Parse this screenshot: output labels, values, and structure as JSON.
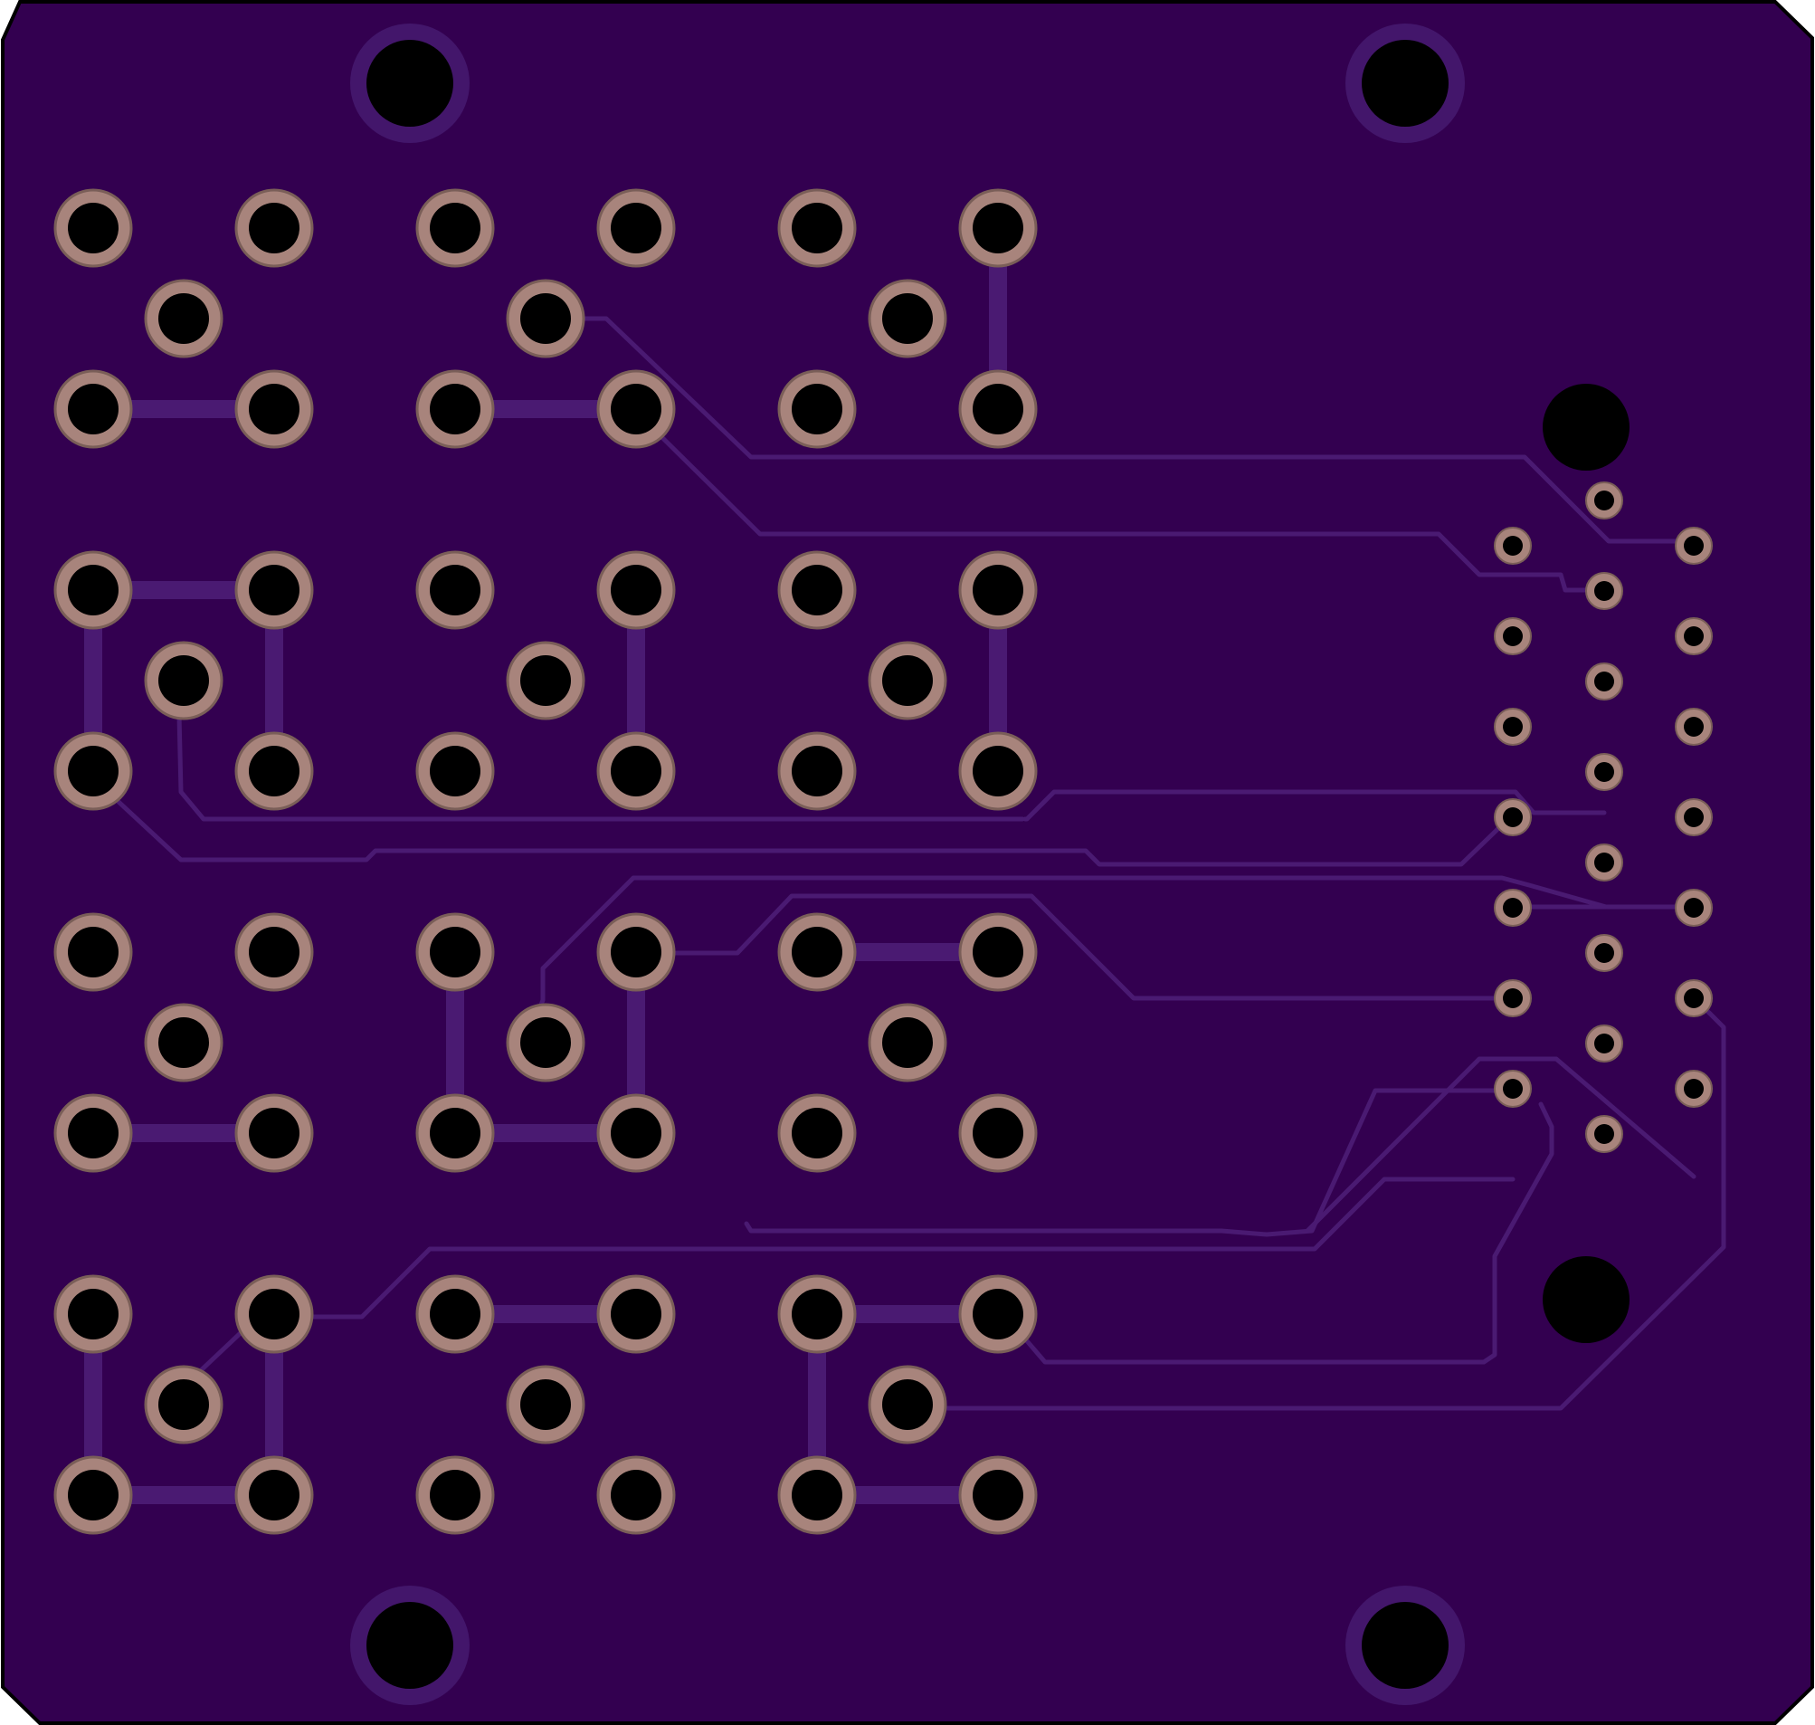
{
  "board": {
    "colors": {
      "substrate": "#330050",
      "outline": "#000000",
      "trace": "#4a1a72",
      "pad_copper": "#a8847c",
      "pad_ring_edge": "#7a5e58",
      "drill": "#000000",
      "mount_ring": "#43166b",
      "background": "#ffffff"
    },
    "switch_grid": {
      "rows": 4,
      "columns": 3
    },
    "connector": {
      "rows": 3,
      "pins_per_row": [
        7,
        8,
        7
      ]
    },
    "mounting_holes": 4
  }
}
